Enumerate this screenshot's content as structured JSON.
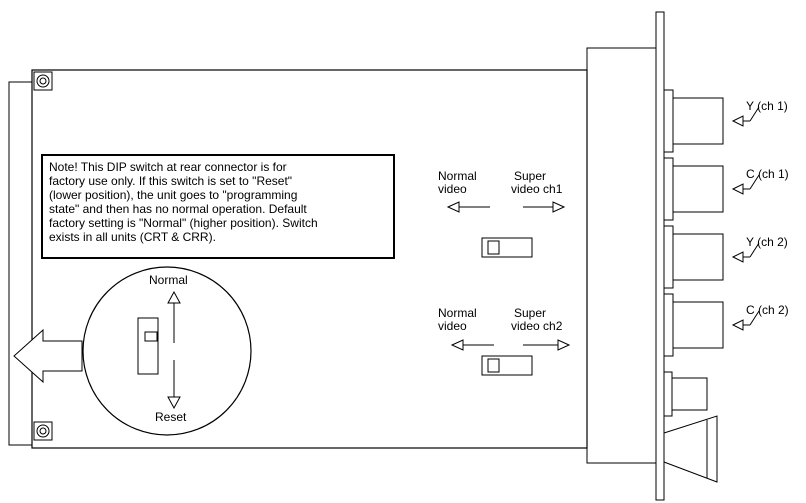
{
  "note": {
    "lines": [
      "Note! This DIP switch at rear connector is for",
      "factory use only. If this switch is set to \"Reset\"",
      "(lower position), the unit goes to \"programming",
      "state\" and then has no normal operation. Default",
      "factory setting is \"Normal\" (higher position). Switch",
      "exists in all units (CRT & CRR)."
    ]
  },
  "detail": {
    "normal_label": "Normal",
    "reset_label": "Reset"
  },
  "switch1": {
    "left_line1": "Normal",
    "left_line2": "video",
    "right_line1": "Super",
    "right_line2": "video ch1"
  },
  "switch2": {
    "left_line1": "Normal",
    "left_line2": "video",
    "right_line1": "Super",
    "right_line2": "video ch2"
  },
  "connectors": [
    {
      "label": "Y (ch 1)"
    },
    {
      "label": "C (ch 1)"
    },
    {
      "label": "Y (ch 2)"
    },
    {
      "label": "C (ch 2)"
    }
  ]
}
